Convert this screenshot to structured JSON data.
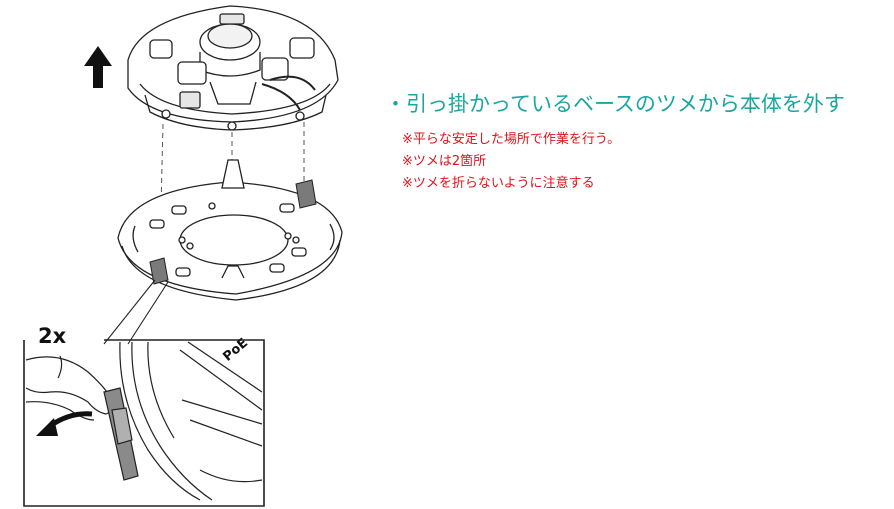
{
  "instructions": {
    "title": "・引っ掛かっているベースのツメから本体を外す",
    "notes": [
      "※平らな安定した場所で作業を行う。",
      "※ツメは2箇所",
      "※ツメを折らないように注意する"
    ]
  },
  "detail": {
    "count_label": "2x",
    "port_label": "PoE"
  },
  "colors": {
    "title": "#1aa6a0",
    "notes": "#e0121a",
    "line": "#222222",
    "clip": "#7a7a7a"
  }
}
